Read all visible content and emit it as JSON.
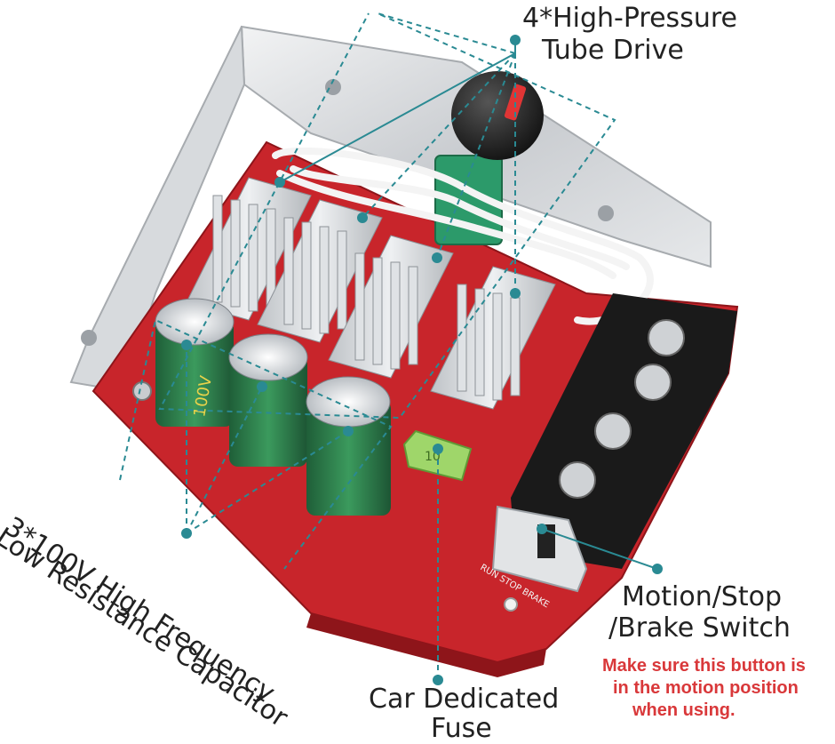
{
  "callouts": {
    "tube_drive": {
      "line1": "4*High-Pressure",
      "line2": "Tube Drive"
    },
    "capacitor": {
      "line1": "3*100V High Frequency",
      "line2": "Low Resistance Capacitor"
    },
    "fuse": {
      "line1": "Car Dedicated",
      "line2": "Fuse"
    },
    "switch": {
      "line1": "Motion/Stop",
      "line2": "/Brake Switch"
    }
  },
  "warning": {
    "line1": "Make sure this button is",
    "line2": "in the motion position",
    "line3": "when using."
  },
  "product_markings": {
    "capacitor_voltage": "100V",
    "switch_print": "RUN STOP BRAKE",
    "fuse_rating": "10"
  },
  "colors": {
    "callout_line": "#2a8a93",
    "warning_text": "#d9383a",
    "pcb": "#c8252b",
    "heatsink": "#d4d6d8",
    "capacitor": "#2f7d4d",
    "terminal_block": "#1a1a1a"
  }
}
